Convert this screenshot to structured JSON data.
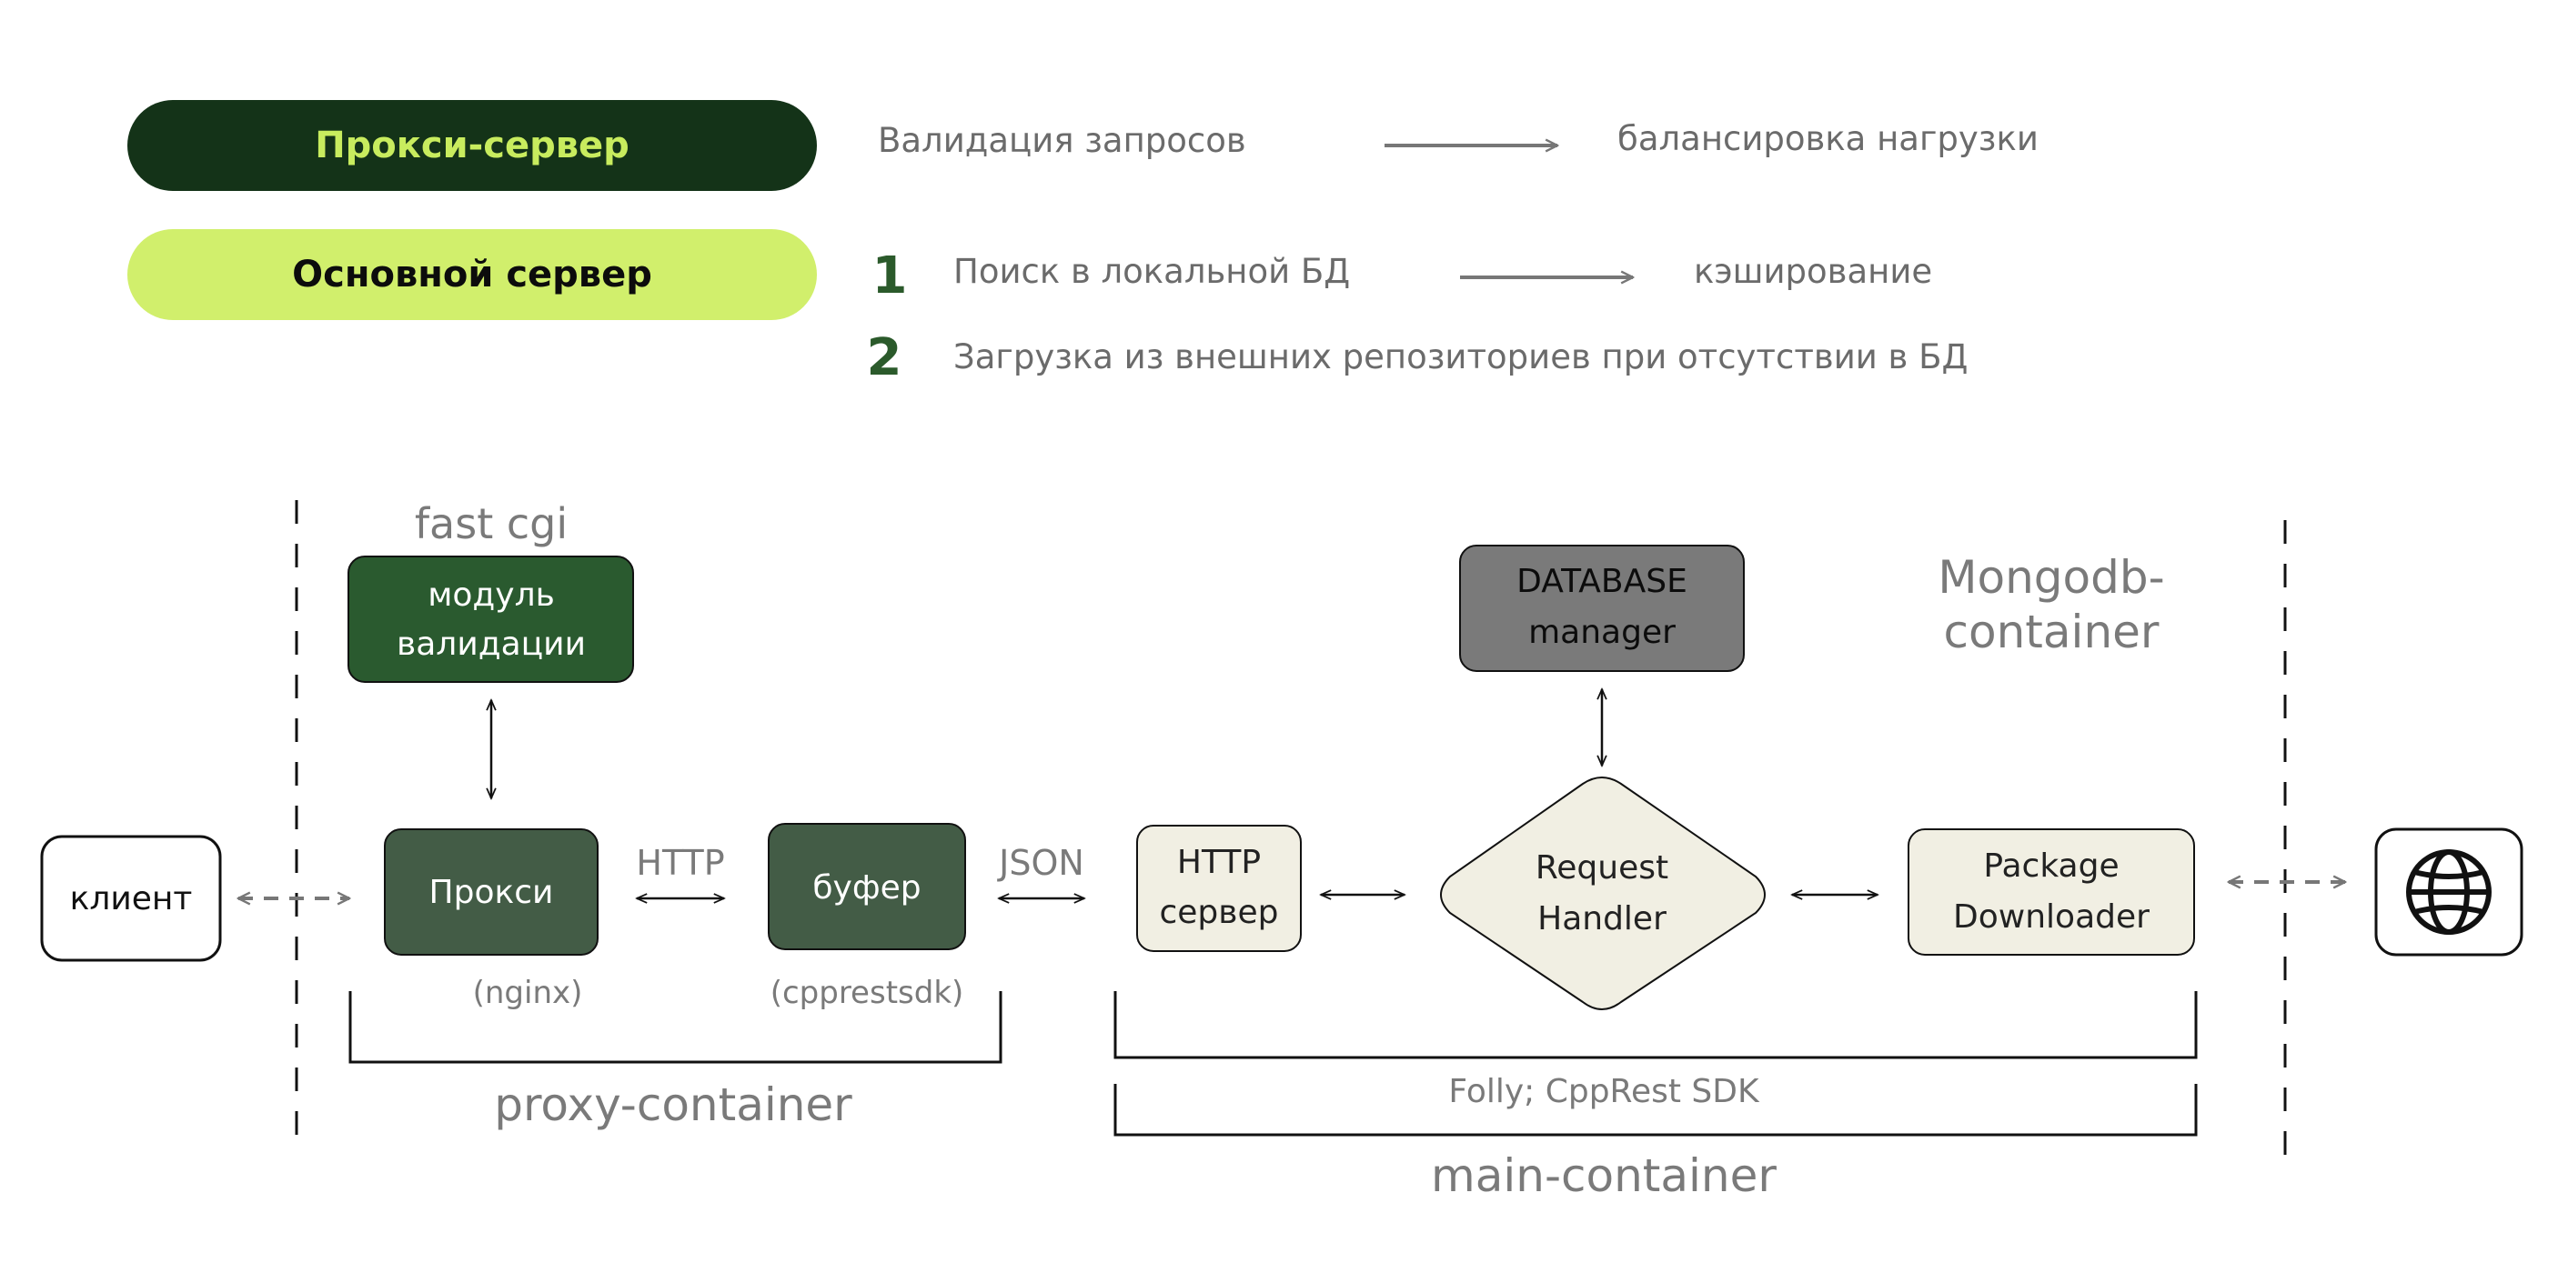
{
  "legend": {
    "proxy_server": {
      "label": "Прокси-сервер",
      "steps": [
        "Валидация запросов",
        "балансировка нагрузки"
      ]
    },
    "main_server": {
      "label": "Основной сервер",
      "items": [
        {
          "num": "1",
          "steps": [
            "Поиск в локальной БД",
            "кэширование"
          ]
        },
        {
          "num": "2",
          "steps": [
            "Загрузка из внешних репозиториев при отсутствии в БД"
          ]
        }
      ]
    }
  },
  "nodes": {
    "client": "клиент",
    "validation_module": {
      "title": "fast cgi",
      "lines": [
        "модуль",
        "валидации"
      ]
    },
    "proxy": {
      "label": "Прокси",
      "sub": "(nginx)"
    },
    "buffer": {
      "label": "буфер",
      "sub": "(cpprestsdk)"
    },
    "http_server": {
      "lines": [
        "HTTP",
        "сервер"
      ]
    },
    "database_manager": {
      "lines": [
        "DATABASE",
        "manager"
      ]
    },
    "request_handler": {
      "lines": [
        "Request",
        "Handler"
      ]
    },
    "package_downloader": {
      "lines": [
        "Package",
        "Downloader"
      ]
    },
    "mongodb_container": {
      "lines": [
        "Mongodb-",
        "container"
      ]
    },
    "internet": {
      "icon": "globe-icon"
    }
  },
  "edges": {
    "proxy_buffer": "HTTP",
    "buffer_http": "JSON"
  },
  "containers": {
    "proxy": "proxy-container",
    "main_libs": "Folly; CppRest SDK",
    "main": "main-container"
  },
  "colors": {
    "dark_green": "#143318",
    "lime": "#d1ef6c",
    "module_green": "#2a5a2f",
    "box_green": "#435c46",
    "cream": "#f1efe3",
    "db_gray": "#7a7a7a",
    "text_gray": "#7a7a7a"
  }
}
